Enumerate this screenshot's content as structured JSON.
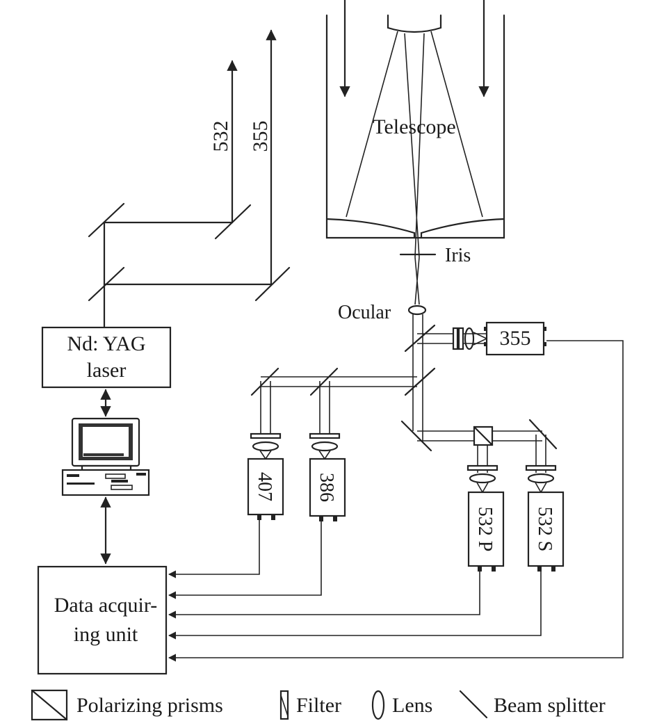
{
  "telescope": {
    "label": "Telescope"
  },
  "iris": {
    "label": "Iris"
  },
  "ocular": {
    "label": "Ocular"
  },
  "laser": {
    "line1": "Nd: YAG",
    "line2": "laser"
  },
  "beams": {
    "green": "532",
    "uv": "355"
  },
  "detectors": {
    "d355": "355",
    "d407": "407",
    "d386": "386",
    "d532p": "532 P",
    "d532s": "532 S"
  },
  "daq": {
    "line1": "Data acquir-",
    "line2": "ing unit"
  },
  "legend": {
    "prism": "Polarizing prisms",
    "filter": "Filter",
    "lens": "Lens",
    "splitter": "Beam splitter"
  },
  "colors": {
    "ink": "#222222",
    "background": "#ffffff"
  }
}
